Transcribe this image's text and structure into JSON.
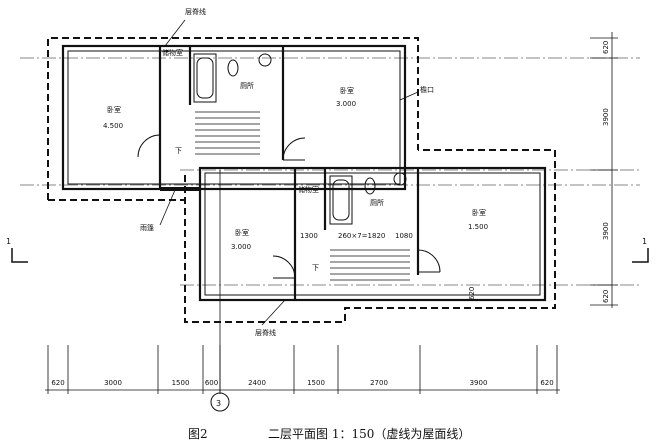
{
  "labels": {
    "ridge_top": "层脊线",
    "ridge_bottom": "层脊线",
    "eaves": "檐口",
    "canopy": "雨篷",
    "storage_1": "储物室",
    "storage_2": "储物室",
    "toilet_1": "厕所",
    "toilet_2": "厕所",
    "down_1": "下",
    "down_2": "下"
  },
  "rooms": [
    {
      "name": "卧室",
      "elevation": "4.500"
    },
    {
      "name": "卧室",
      "elevation": "3.000"
    },
    {
      "name": "卧室",
      "elevation": "3.000"
    },
    {
      "name": "卧室",
      "elevation": "1.500"
    }
  ],
  "dims_bottom": [
    "620",
    "3000",
    "1500",
    "600",
    "2400",
    "1500",
    "2700",
    "3900",
    "620"
  ],
  "dims_right": [
    "620",
    "3900",
    "3900",
    "620"
  ],
  "dims_stair": [
    "1300",
    "260×7=1820",
    "1080"
  ],
  "dim_small": "620",
  "section_left": "1",
  "section_right": "1",
  "axis_label": "3",
  "caption": {
    "fig": "图2",
    "title": "二层平面图 1：150（虚线为屋面线）"
  }
}
